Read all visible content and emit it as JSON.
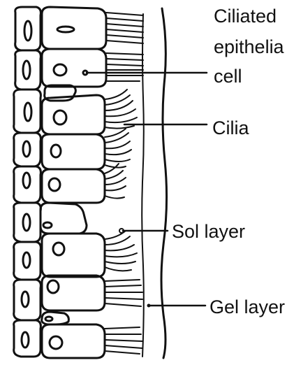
{
  "diagram": {
    "labels": {
      "ciliated_line1": "Ciliated",
      "ciliated_line2": "epithelia",
      "ciliated_line3": "cell",
      "cilia": "Cilia",
      "sol_layer": "Sol layer",
      "gel_layer": "Gel layer"
    }
  }
}
